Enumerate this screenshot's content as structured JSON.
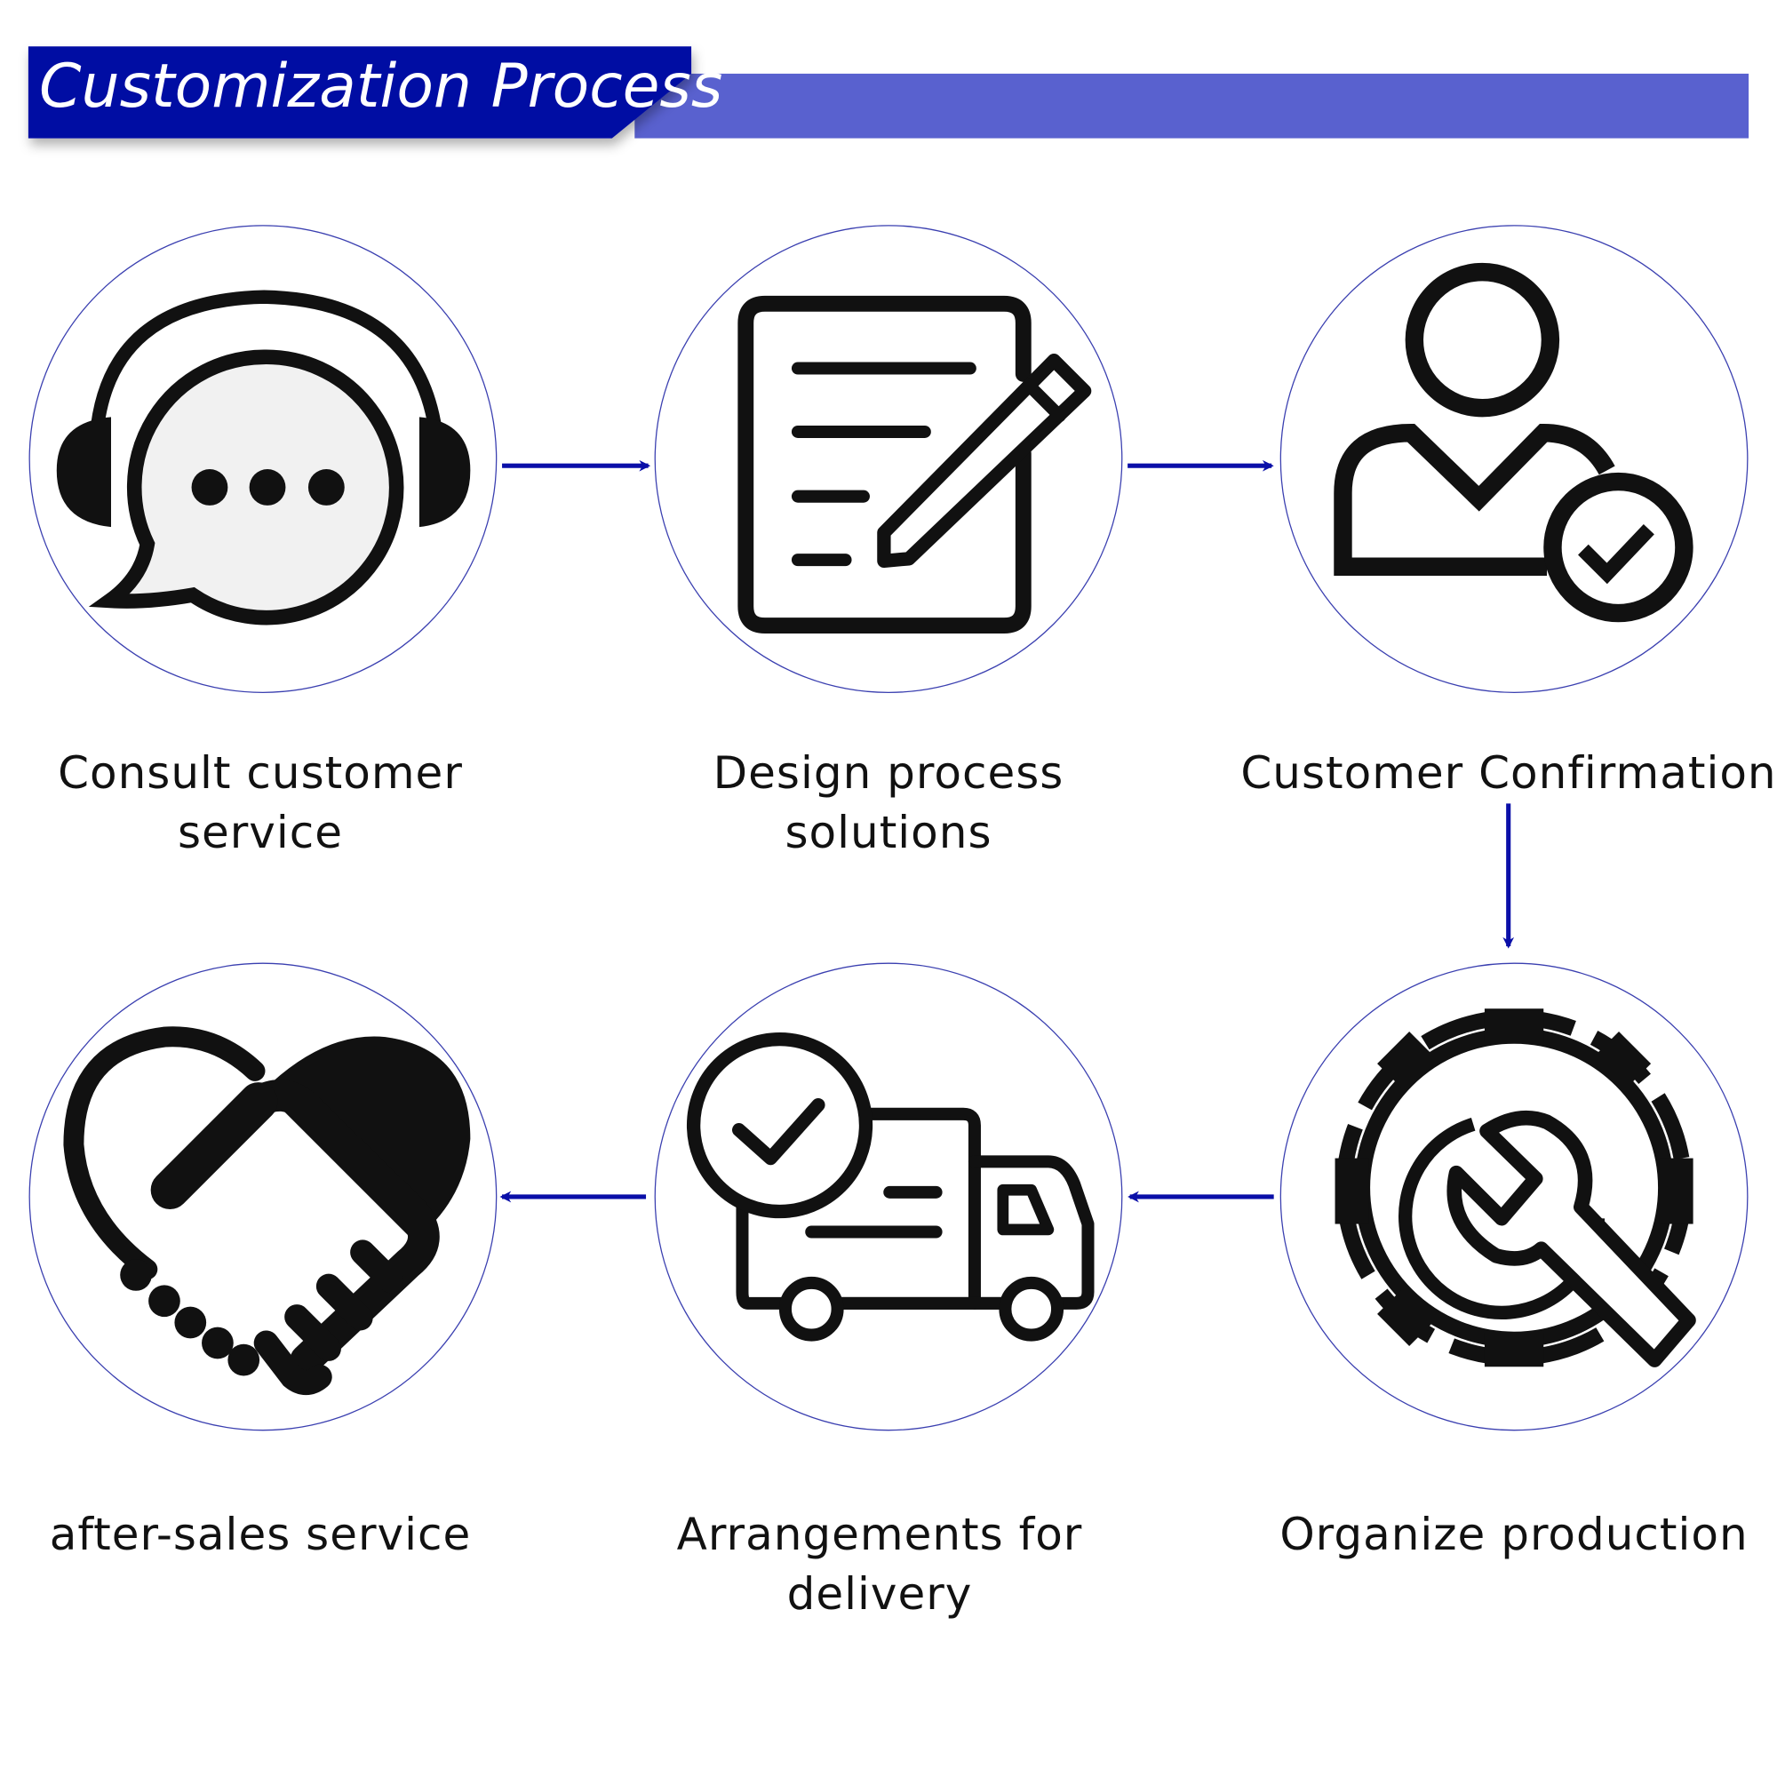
{
  "header": {
    "title": "Customization Process",
    "dark_color": "#040ca3",
    "light_color": "#5961cf"
  },
  "accent_color": "#0a0fa8",
  "steps": [
    {
      "label": "Consult customer service",
      "icon": "headset-chat-icon"
    },
    {
      "label": "Design process solutions",
      "icon": "document-pencil-icon"
    },
    {
      "label": "Customer Confirmation",
      "icon": "user-check-icon"
    },
    {
      "label": "Organize production",
      "icon": "gear-wrench-icon"
    },
    {
      "label": "Arrangements for delivery",
      "icon": "delivery-truck-check-icon"
    },
    {
      "label": "after-sales service",
      "icon": "handshake-heart-icon"
    }
  ]
}
